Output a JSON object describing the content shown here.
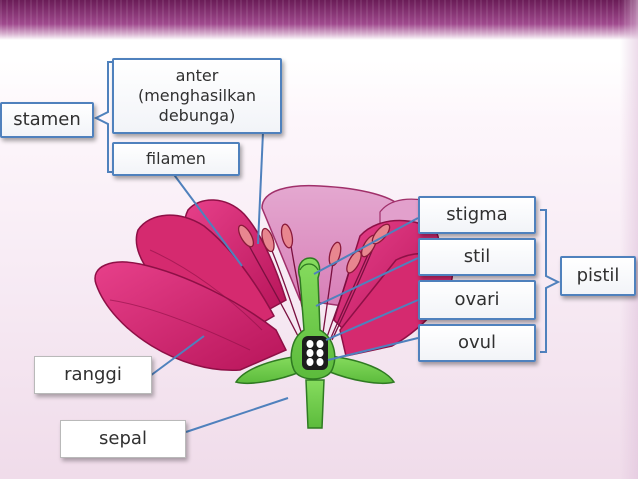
{
  "labels": {
    "stamen": "stamen",
    "anter": "anter\n(menghasilkan\ndebunga)",
    "filamen": "filamen",
    "stigma": "stigma",
    "stil": "stil",
    "ovari": "ovari",
    "ovul": "ovul",
    "pistil": "pistil",
    "ranggi": "ranggi",
    "sepal": "sepal"
  },
  "colors": {
    "label_border": "#4f81bd",
    "pointer_line": "#4f81bd",
    "petal_main": "#d6246e",
    "petal_light": "#e9b3d6",
    "sepal_green": "#6ccf4a",
    "ovule_white": "#ffffff"
  }
}
